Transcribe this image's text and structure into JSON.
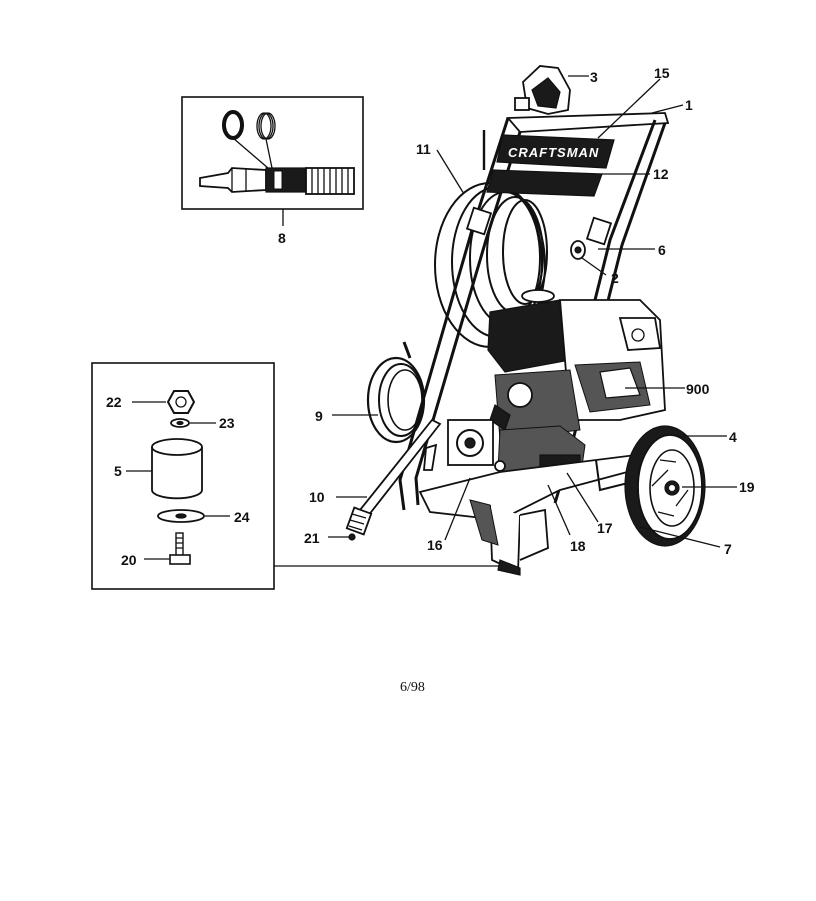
{
  "brand_text": "CRAFTSMAN",
  "page_code": "6/98",
  "labels": {
    "l1": "1",
    "l2": "2",
    "l3": "3",
    "l4": "4",
    "l5": "5",
    "l6": "6",
    "l7": "7",
    "l8": "8",
    "l9": "9",
    "l10": "10",
    "l11": "11",
    "l12": "12",
    "l15": "15",
    "l16": "16",
    "l17": "17",
    "l18": "18",
    "l19": "19",
    "l20": "20",
    "l21": "21",
    "l22": "22",
    "l23": "23",
    "l24": "24",
    "l900": "900"
  }
}
